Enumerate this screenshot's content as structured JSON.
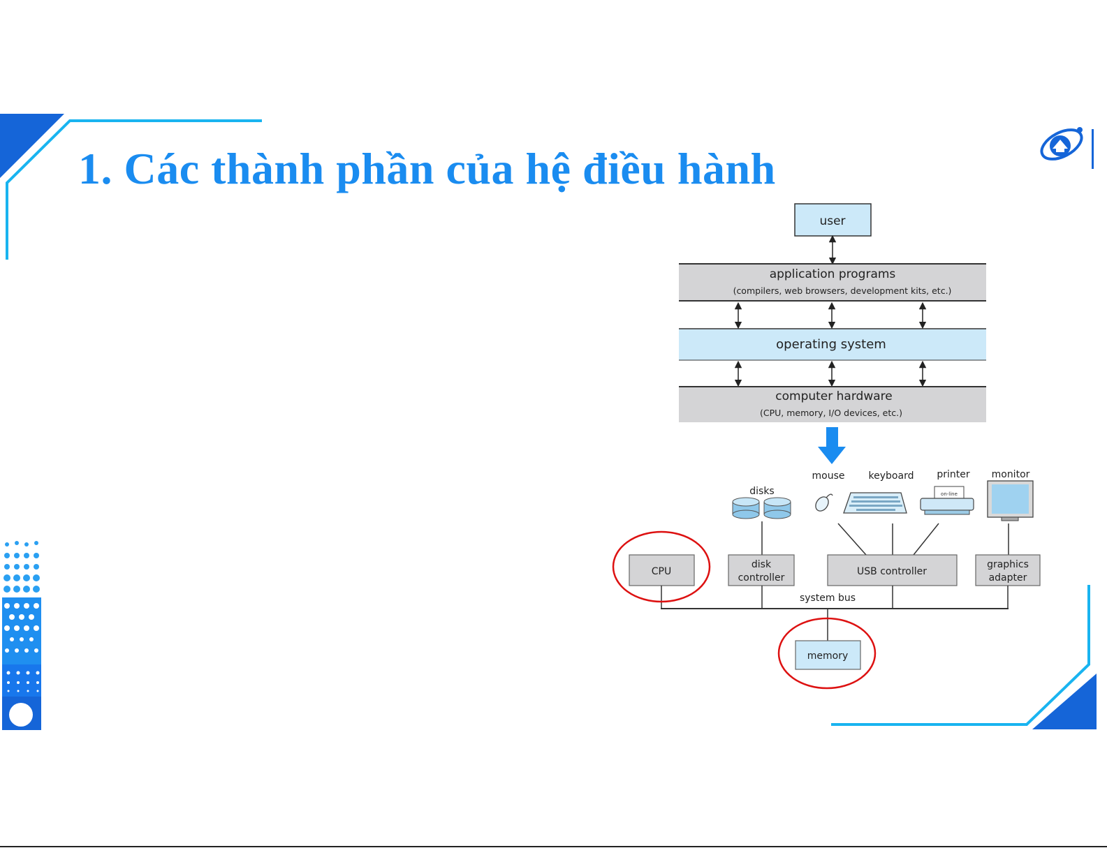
{
  "slide": {
    "title": "1. Các thành phần của hệ điều hành"
  },
  "layers": {
    "user": "user",
    "application_programs": {
      "title": "application programs",
      "subtitle": "(compilers, web browsers, development kits, etc.)"
    },
    "operating_system": "operating system",
    "computer_hardware": {
      "title": "computer hardware",
      "subtitle": "(CPU, memory, I/O devices, etc.)"
    }
  },
  "devices": {
    "disks": "disks",
    "mouse": "mouse",
    "keyboard": "keyboard",
    "printer": "printer",
    "printer_paper": "on-line",
    "monitor": "monitor"
  },
  "components": {
    "cpu": "CPU",
    "disk_controller_line1": "disk",
    "disk_controller_line2": "controller",
    "usb_controller": "USB controller",
    "graphics_adapter_line1": "graphics",
    "graphics_adapter_line2": "adapter",
    "system_bus": "system bus",
    "memory": "memory"
  },
  "colors": {
    "title_blue": "#1a8cf0",
    "accent_cyan": "#19b4f0",
    "deep_blue": "#1565d8",
    "gray_box": "#d4d4d6",
    "light_blue_box": "#cce9f9",
    "highlight_red": "#dd1111"
  }
}
